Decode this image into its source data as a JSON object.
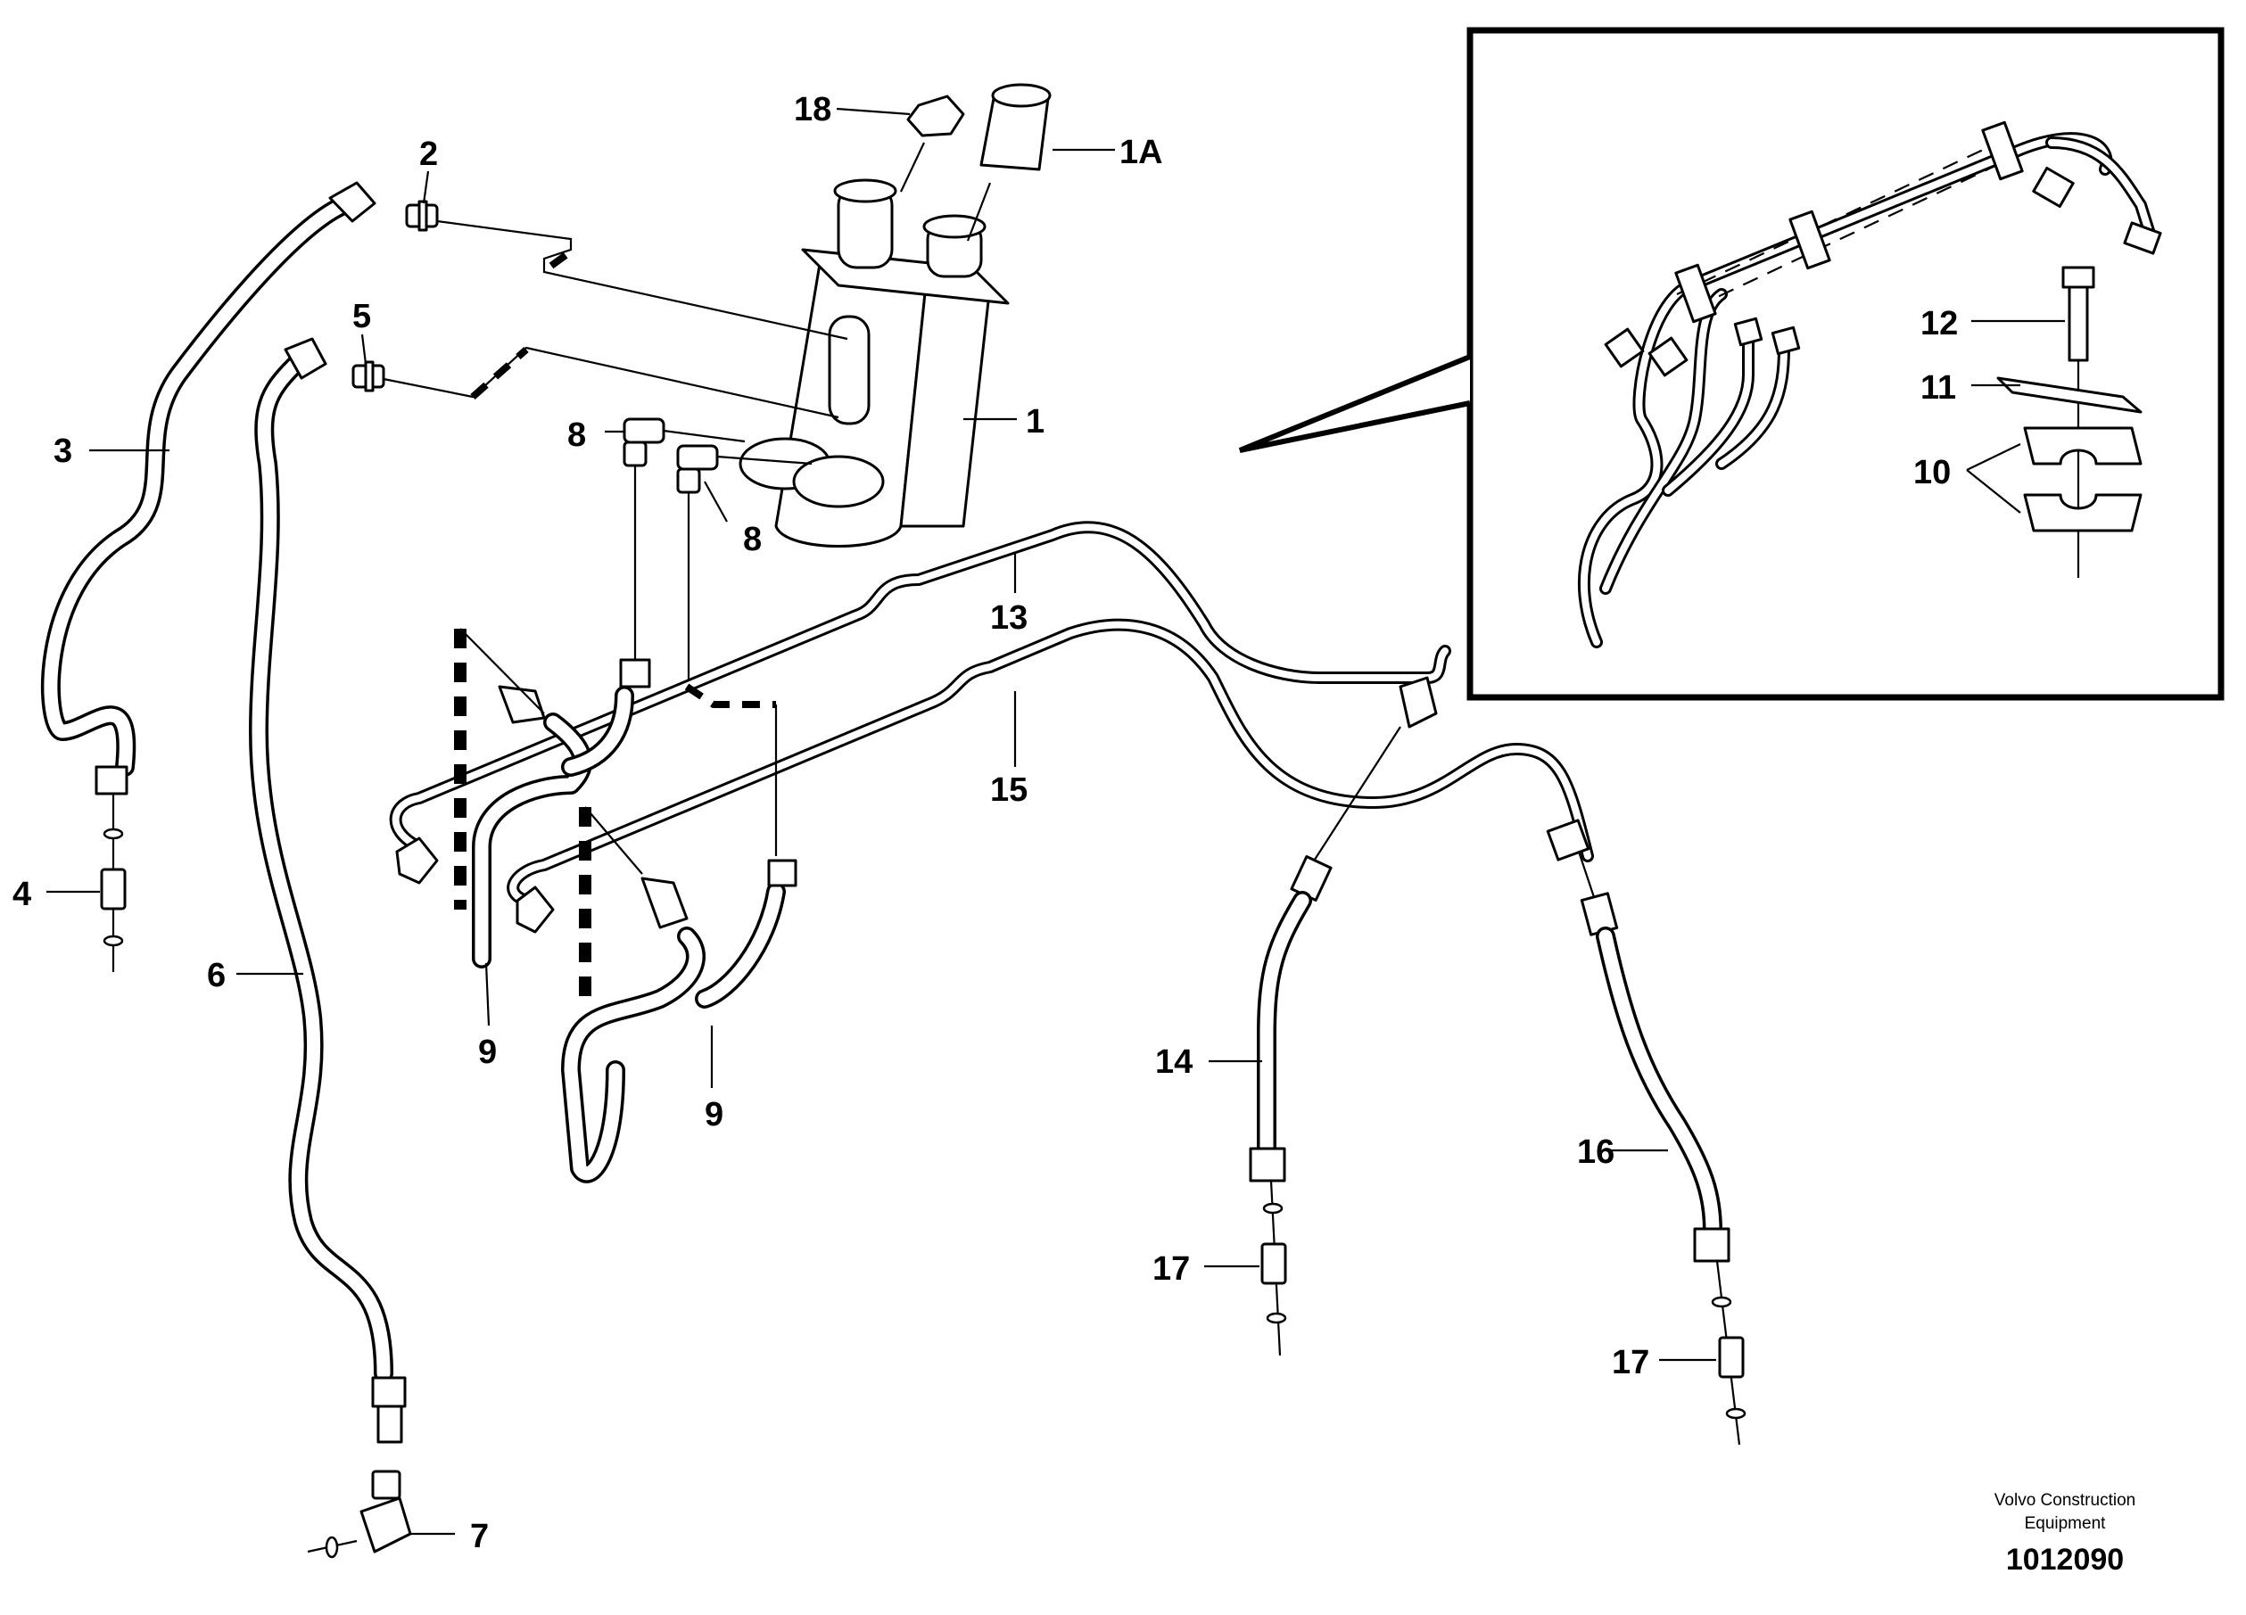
{
  "diagram": {
    "callouts": [
      {
        "id": "c18",
        "text": "18"
      },
      {
        "id": "c1a",
        "text": "1A"
      },
      {
        "id": "c2",
        "text": "2"
      },
      {
        "id": "c5",
        "text": "5"
      },
      {
        "id": "c1",
        "text": "1"
      },
      {
        "id": "c3",
        "text": "3"
      },
      {
        "id": "c8a",
        "text": "8"
      },
      {
        "id": "c8b",
        "text": "8"
      },
      {
        "id": "c13",
        "text": "13"
      },
      {
        "id": "c15",
        "text": "15"
      },
      {
        "id": "c4",
        "text": "4"
      },
      {
        "id": "c6",
        "text": "6"
      },
      {
        "id": "c9a",
        "text": "9"
      },
      {
        "id": "c9b",
        "text": "9"
      },
      {
        "id": "c14",
        "text": "14"
      },
      {
        "id": "c16",
        "text": "16"
      },
      {
        "id": "c17a",
        "text": "17"
      },
      {
        "id": "c17b",
        "text": "17"
      },
      {
        "id": "c7",
        "text": "7"
      },
      {
        "id": "c12",
        "text": "12"
      },
      {
        "id": "c11",
        "text": "11"
      },
      {
        "id": "c10",
        "text": "10"
      }
    ],
    "credit_line1": "Volvo Construction",
    "credit_line2": "Equipment",
    "document_number": "1012090"
  }
}
